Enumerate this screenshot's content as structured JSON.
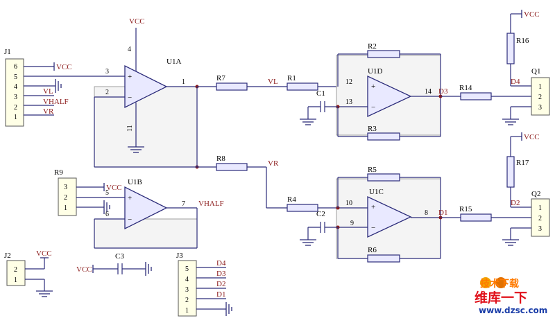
{
  "labels": {
    "vcc": "VCC",
    "vl": "VL",
    "vr": "VR",
    "vhalf": "VHALF",
    "d1": "D1",
    "d2": "D2",
    "d3": "D3",
    "d4": "D4"
  },
  "components": {
    "j1": "J1",
    "j2": "J2",
    "j3": "J3",
    "r9": "R9",
    "r1": "R1",
    "r2": "R2",
    "r3": "R3",
    "r4": "R4",
    "r5": "R5",
    "r6": "R6",
    "r7": "R7",
    "r8": "R8",
    "r14": "R14",
    "r15": "R15",
    "r16": "R16",
    "r17": "R17",
    "c1": "C1",
    "c2": "C2",
    "c3": "C3",
    "u1a": "U1A",
    "u1b": "U1B",
    "u1c": "U1C",
    "u1d": "U1D",
    "q1": "Q1",
    "q2": "Q2"
  },
  "pins": {
    "j1": [
      "6",
      "5",
      "4",
      "3",
      "2",
      "1"
    ],
    "j2": [
      "2",
      "1"
    ],
    "j3": [
      "5",
      "4",
      "3",
      "2",
      "1"
    ],
    "r9": [
      "3",
      "2",
      "1"
    ],
    "q": [
      "1",
      "2",
      "3"
    ],
    "u1a": {
      "in_p": "3",
      "in_n": "2",
      "out": "1",
      "vcc": "4",
      "gnd": "11"
    },
    "u1b": {
      "in_p": "5",
      "in_n": "6",
      "out": "7"
    },
    "u1c": {
      "in_p": "10",
      "in_n": "9",
      "out": "8"
    },
    "u1d": {
      "in_p": "12",
      "in_n": "13",
      "out": "14"
    },
    "plus": "+",
    "minus": "−"
  },
  "watermark": {
    "top": "技术下载",
    "main": "维库一下",
    "url": "www.dzsc.com"
  }
}
